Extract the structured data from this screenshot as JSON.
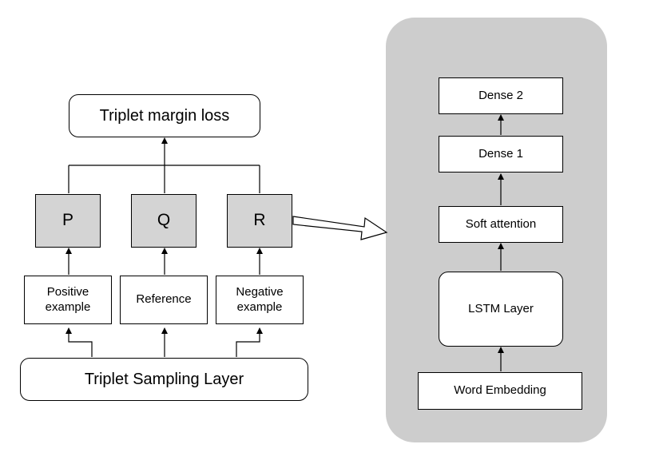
{
  "left": {
    "loss": "Triplet margin loss",
    "encoders": {
      "p": "P",
      "q": "Q",
      "r": "R"
    },
    "inputs": {
      "positive": "Positive\nexample",
      "reference": "Reference",
      "negative": "Negative\nexample"
    },
    "sampling": "Triplet Sampling Layer"
  },
  "encoder_detail": {
    "dense2": "Dense 2",
    "dense1": "Dense 1",
    "attention": "Soft attention",
    "lstm": "LSTM Layer",
    "embedding": "Word Embedding"
  },
  "colors": {
    "panel": "#cdcdcd",
    "encoder_fill": "#d4d4d4",
    "line": "#000000"
  }
}
